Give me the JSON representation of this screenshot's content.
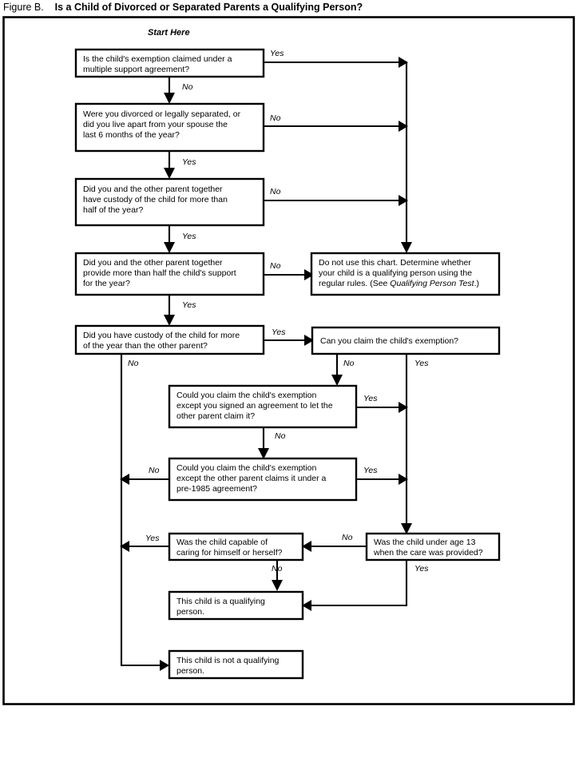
{
  "figure": {
    "label": "Figure B.",
    "heading": "Is a Child of Divorced or Separated Parents a Qualifying Person?",
    "start_label": "Start Here"
  },
  "colors": {
    "ink": "#000000",
    "paper": "#ffffff"
  },
  "chart_data": {
    "type": "diagram",
    "title": "Figure B. Is a Child of Divorced or Separated Parents a Qualifying Person?",
    "nodes": [
      {
        "id": "q1",
        "kind": "decision",
        "lines": [
          "Is the child's exemption claimed under a",
          "multiple support agreement?"
        ]
      },
      {
        "id": "q2",
        "kind": "decision",
        "lines": [
          "Were you divorced or legally separated, or",
          "did you live apart from your spouse the",
          "last 6 months of the year?"
        ]
      },
      {
        "id": "q3",
        "kind": "decision",
        "lines": [
          "Did you and the other parent together",
          "have custody of the child for more than",
          "half of the year?"
        ]
      },
      {
        "id": "q4",
        "kind": "decision",
        "lines": [
          "Did you and the other parent together",
          "provide more than half the child's support",
          "for the year?"
        ]
      },
      {
        "id": "q5",
        "kind": "decision",
        "lines": [
          "Did you have custody of the child for more",
          "of the year than the other parent?"
        ]
      },
      {
        "id": "q6",
        "kind": "decision",
        "lines": [
          "Can you claim the child's exemption?"
        ]
      },
      {
        "id": "q7",
        "kind": "decision",
        "lines": [
          "Could you claim the child's exemption",
          "except you signed an agreement to let the",
          "other parent claim it?"
        ]
      },
      {
        "id": "q8",
        "kind": "decision",
        "lines": [
          "Could you claim the child's exemption",
          "except the other parent claims it under a",
          "pre-1985 agreement?"
        ]
      },
      {
        "id": "q9",
        "kind": "decision",
        "lines": [
          "Was the child capable of",
          "caring for himself or herself?"
        ]
      },
      {
        "id": "q10",
        "kind": "decision",
        "lines": [
          "Was the child under age 13",
          "when the care was provided?"
        ]
      },
      {
        "id": "r1",
        "kind": "terminal",
        "lines": [
          "Do not use this chart. Determine whether",
          "your child is a qualifying person using the",
          "regular rules. (See Qualifying Person Test.)"
        ],
        "italic_span": "Qualifying Person Test"
      },
      {
        "id": "r2",
        "kind": "terminal",
        "lines": [
          "This child is a qualifying",
          "person."
        ]
      },
      {
        "id": "r3",
        "kind": "terminal",
        "lines": [
          "This child is not a qualifying",
          "person."
        ]
      }
    ],
    "edges": [
      {
        "from": "q1",
        "to": "r1",
        "label": "Yes"
      },
      {
        "from": "q1",
        "to": "q2",
        "label": "No"
      },
      {
        "from": "q2",
        "to": "r1",
        "label": "No"
      },
      {
        "from": "q2",
        "to": "q3",
        "label": "Yes"
      },
      {
        "from": "q3",
        "to": "r1",
        "label": "No"
      },
      {
        "from": "q3",
        "to": "q4",
        "label": "Yes"
      },
      {
        "from": "q4",
        "to": "r1",
        "label": "No"
      },
      {
        "from": "q4",
        "to": "q5",
        "label": "Yes"
      },
      {
        "from": "q5",
        "to": "q6",
        "label": "Yes"
      },
      {
        "from": "q5",
        "to": "r3",
        "label": "No"
      },
      {
        "from": "q6",
        "to": "q7",
        "label": "No"
      },
      {
        "from": "q6",
        "to": "q10",
        "label": "Yes"
      },
      {
        "from": "q7",
        "to": "q10",
        "label": "Yes"
      },
      {
        "from": "q7",
        "to": "q8",
        "label": "No"
      },
      {
        "from": "q8",
        "to": "q10",
        "label": "Yes"
      },
      {
        "from": "q8",
        "to": "r3",
        "label": "No"
      },
      {
        "from": "q9",
        "to": "r3",
        "label": "Yes"
      },
      {
        "from": "q9",
        "to": "r2",
        "label": "No"
      },
      {
        "from": "q10",
        "to": "q9",
        "label": "No"
      },
      {
        "from": "q10",
        "to": "r2",
        "label": "Yes"
      }
    ],
    "edge_labels": {
      "q1_yes": "Yes",
      "q1_no": "No",
      "q2_no": "No",
      "q2_yes": "Yes",
      "q3_no": "No",
      "q3_yes": "Yes",
      "q4_no": "No",
      "q4_yes": "Yes",
      "q5_yes": "Yes",
      "q5_no": "No",
      "q6_no": "No",
      "q6_yes": "Yes",
      "q7_yes": "Yes",
      "q7_no": "No",
      "q8_no": "No",
      "q8_yes": "Yes",
      "q9_yes": "Yes",
      "q9_no": "No",
      "q10_no": "No",
      "q10_yes": "Yes"
    }
  },
  "text": {
    "q1_l1": "Is the child's exemption claimed under a",
    "q1_l2": "multiple support agreement?",
    "q2_l1": "Were you divorced or legally separated, or",
    "q2_l2": "did you live apart from your spouse the",
    "q2_l3": "last 6 months of the year?",
    "q3_l1": "Did you and the other parent together",
    "q3_l2": "have custody of the child for more than",
    "q3_l3": "half of the year?",
    "q4_l1": "Did you and the other parent together",
    "q4_l2": "provide more than half the child's support",
    "q4_l3": "for the year?",
    "q5_l1": "Did you have custody of the child for more",
    "q5_l2": "of the year than the other parent?",
    "q6_l1": "Can you claim the child's exemption?",
    "q7_l1": "Could you claim the child's exemption",
    "q7_l2": "except you signed an agreement to let the",
    "q7_l3": "other parent claim it?",
    "q8_l1": "Could you claim the child's exemption",
    "q8_l2": "except the other parent claims it under a",
    "q8_l3": "pre-1985 agreement?",
    "q9_l1": "Was the child capable of",
    "q9_l2": "caring for himself or herself?",
    "q10_l1": "Was the child under age 13",
    "q10_l2": "when the care was provided?",
    "r1_l1": "Do not use this chart. Determine whether",
    "r1_l2": "your child is a qualifying person using the",
    "r1_l3a": "regular rules. (See ",
    "r1_l3b": "Qualifying Person Test",
    "r1_l3c": ".)",
    "r2_l1": "This child is a qualifying",
    "r2_l2": "person.",
    "r3_l1": "This child is not a qualifying",
    "r3_l2": "person."
  }
}
